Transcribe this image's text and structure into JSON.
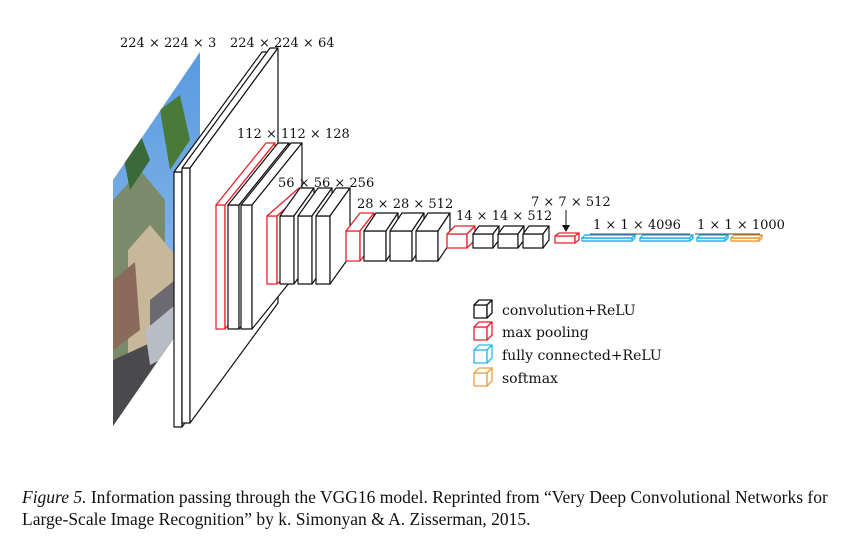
{
  "diagram": {
    "labels": {
      "input": "224 × 224 × 3",
      "conv1": "224 × 224 × 64",
      "conv2": "112 × 112 × 128",
      "conv3": "56 × 56 × 256",
      "conv4": "28 × 28 × 512",
      "conv5": "14 × 14 × 512",
      "pool5": "7 × 7 × 512",
      "fc": "1 × 1 × 4096",
      "softmax": "1 × 1 × 1000"
    },
    "legend": [
      {
        "label": "convolution+ReLU",
        "color": "#111111"
      },
      {
        "label": "max pooling",
        "color": "#e8202a"
      },
      {
        "label": "fully connected+ReLU",
        "color": "#29b6e6"
      },
      {
        "label": "softmax",
        "color": "#e8a040"
      }
    ],
    "colors": {
      "conv": "#111111",
      "pool": "#e8202a",
      "fc": "#29b6e6",
      "softmax": "#e8a040",
      "sky": "#6aa8e8"
    }
  },
  "caption": {
    "figure_label": "Figure 5.",
    "text": " Information passing through the VGG16 model. Reprinted from “Very Deep Convolutional Networks for Large-Scale Image Recognition” by k. Simonyan & A. Zisserman, 2015."
  }
}
